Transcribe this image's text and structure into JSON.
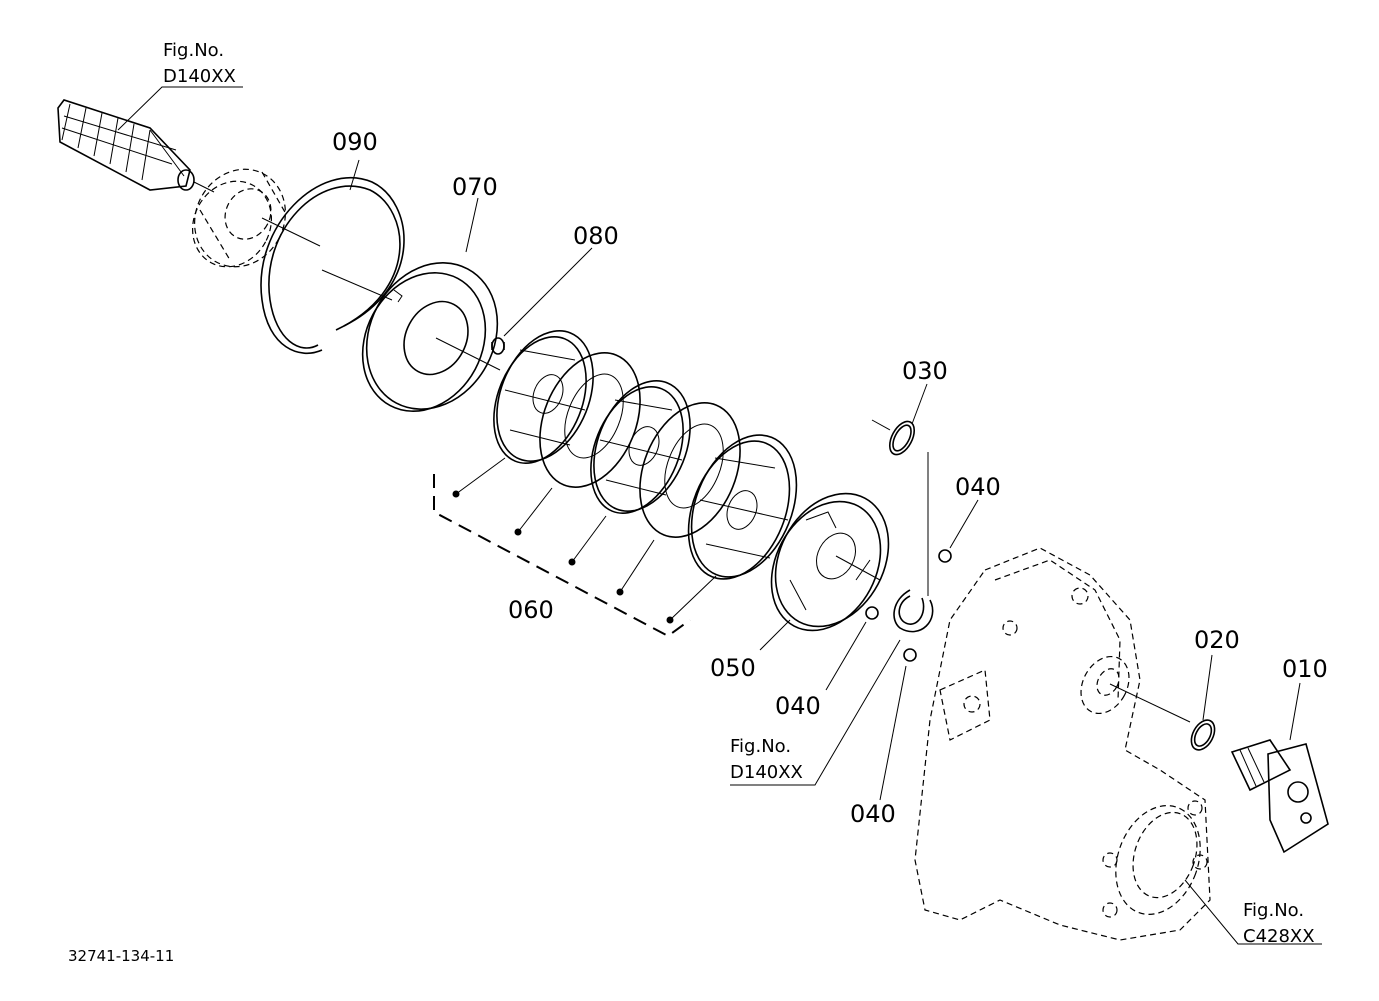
{
  "diagram": {
    "part_labels": {
      "p010": "010",
      "p020": "020",
      "p030": "030",
      "p040a": "040",
      "p040b": "040",
      "p040c": "040",
      "p050": "050",
      "p060": "060",
      "p070": "070",
      "p080": "080",
      "p090": "090"
    },
    "fig_refs": {
      "top_left": {
        "label": "Fig.No.",
        "code": "D140XX"
      },
      "middle": {
        "label": "Fig.No.",
        "code": "D140XX"
      },
      "bottom_right": {
        "label": "Fig.No.",
        "code": "C428XX"
      }
    },
    "drawing_number": "32741-134-11"
  }
}
